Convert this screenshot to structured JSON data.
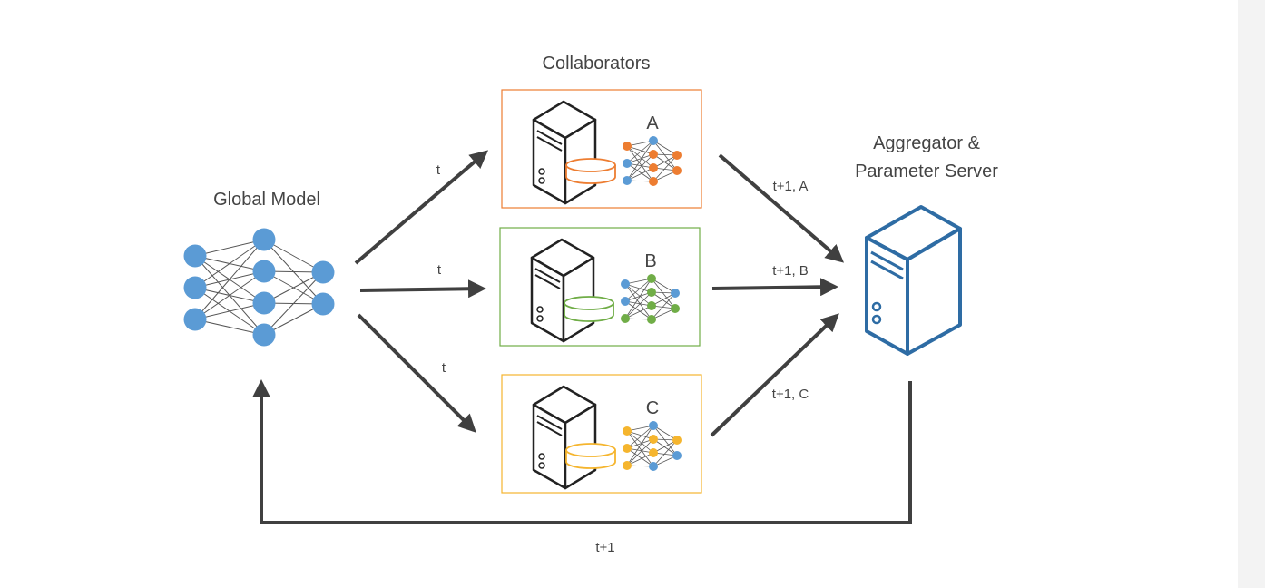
{
  "titles": {
    "collaborators": "Collaborators",
    "global_model": "Global Model",
    "aggregator_line1": "Aggregator &",
    "aggregator_line2": "Parameter Server"
  },
  "collaborators": [
    {
      "letter": "A",
      "color": "#ed7d31"
    },
    {
      "letter": "B",
      "color": "#70ad47"
    },
    {
      "letter": "C",
      "color": "#f5b52e"
    }
  ],
  "edge_labels": {
    "to_a": "t",
    "to_b": "t",
    "to_c": "t",
    "from_a": "t+1, A",
    "from_b": "t+1, B",
    "from_c": "t+1, C",
    "feedback": "t+1"
  },
  "colors": {
    "node_blue": "#5b9bd5",
    "server_blue": "#2e6ca4",
    "arrow": "#404040"
  },
  "icons": [
    "neural-network-icon",
    "server-icon",
    "database-icon"
  ]
}
